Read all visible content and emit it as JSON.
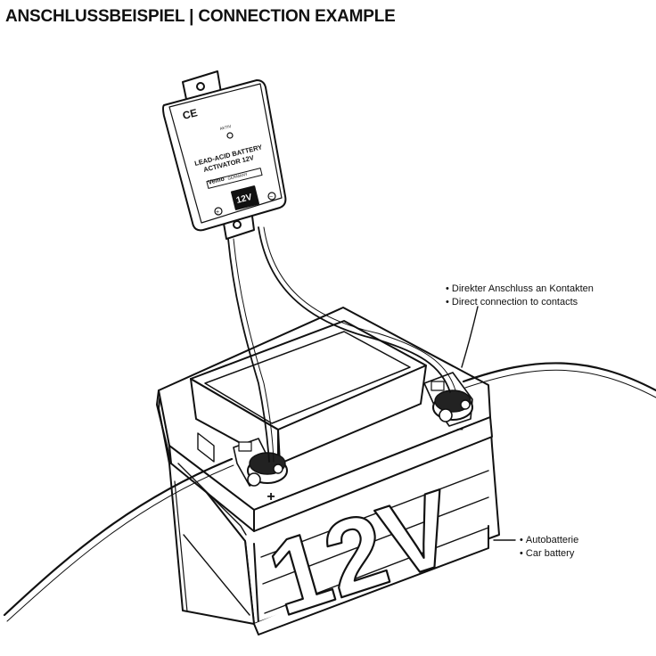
{
  "title": "ANSCHLUSSBEISPIEL | CONNECTION EXAMPLE",
  "device": {
    "ce_mark": "CE",
    "status_label": "AKTIV",
    "name_line1": "LEAD-ACID BATTERY",
    "name_line2": "ACTIVATOR 12V",
    "brand": "Vemo",
    "made_in": "GERMANY",
    "voltage_badge": "12V",
    "plus_symbol": "+",
    "minus_symbol": "−"
  },
  "battery": {
    "voltage_label": "12V",
    "plus_terminal": "+",
    "minus_terminal": "−"
  },
  "annotations": {
    "contacts": [
      "Direkter Anschluss an Kontakten",
      "Direct connection to contacts"
    ],
    "battery": [
      "Autobatterie",
      "Car battery"
    ]
  }
}
